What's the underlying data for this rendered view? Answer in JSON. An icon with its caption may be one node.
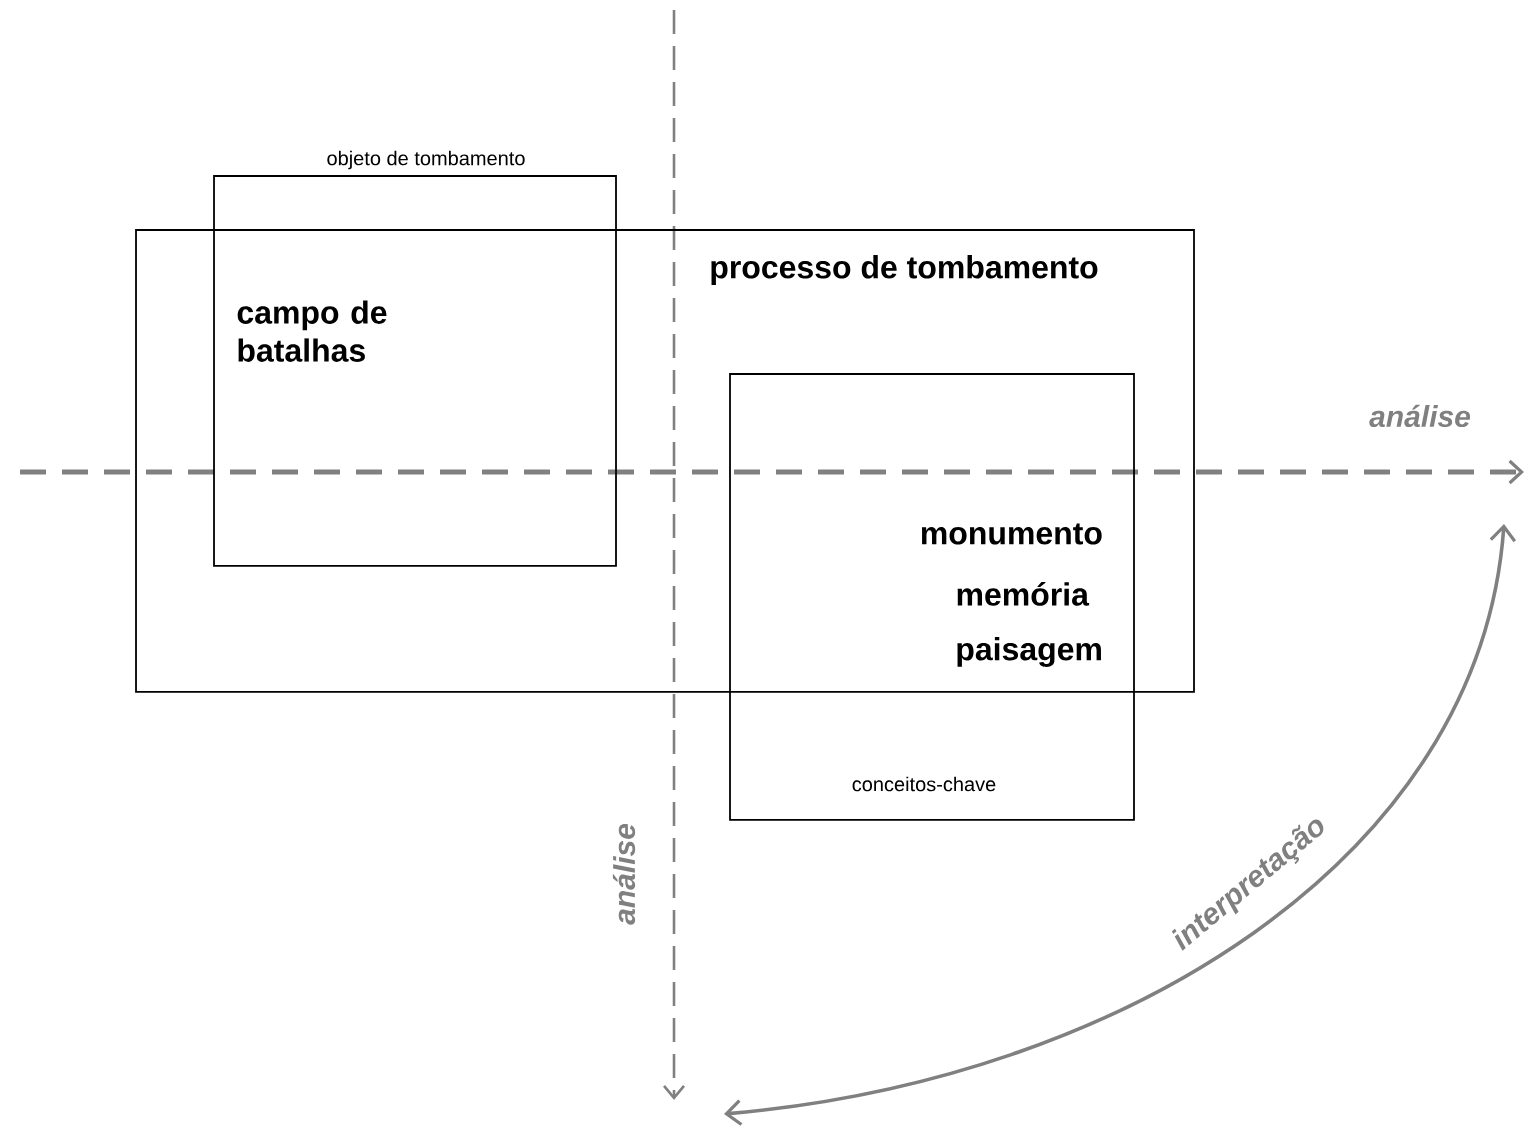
{
  "diagram": {
    "nodes": [
      {
        "text": [
          "objeto de tombamento",
          "campo de batalhas"
        ]
      },
      {
        "text": [
          "processo de tombamento"
        ]
      },
      {
        "text": [
          "monumento",
          "memória",
          "paisagem",
          "conceitos-chave"
        ]
      }
    ],
    "labels": [
      "análise",
      "análise",
      "interpretação"
    ]
  }
}
